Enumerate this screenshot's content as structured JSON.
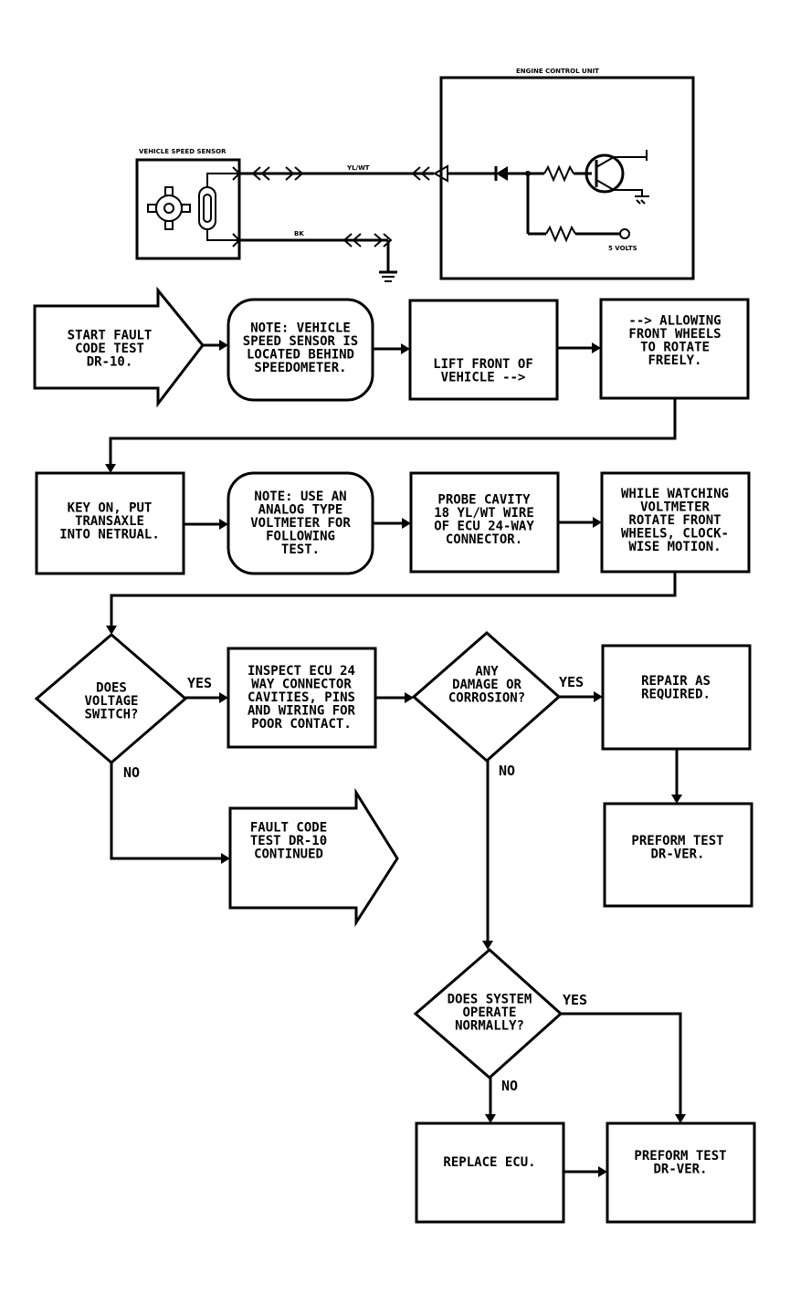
{
  "circuit": {
    "ecu_title": "ENGINE CONTROL UNIT",
    "sensor_title": "VEHICLE SPEED SENSOR",
    "wire_top": "YL/WT",
    "wire_bottom": "BK",
    "volts": "5 VOLTS"
  },
  "nodes": {
    "start": [
      "START FAULT",
      "CODE TEST",
      "DR-10."
    ],
    "note1": [
      "NOTE: VEHICLE",
      "SPEED SENSOR IS",
      "LOCATED BEHIND",
      "SPEEDOMETER."
    ],
    "lift": [
      "LIFT FRONT OF",
      "VEHICLE -->"
    ],
    "allow": [
      "--> ALLOWING",
      "FRONT WHEELS",
      "TO ROTATE",
      "FREELY."
    ],
    "key": [
      "KEY ON, PUT",
      "TRANSAXLE",
      "INTO NETRUAL."
    ],
    "note2": [
      "NOTE: USE AN",
      "ANALOG TYPE",
      "VOLTMETER FOR",
      "FOLLOWING",
      "TEST."
    ],
    "probe": [
      "PROBE CAVITY",
      "18 YL/WT WIRE",
      "OF ECU 24-WAY",
      "CONNECTOR."
    ],
    "watch": [
      "WHILE WATCHING",
      "VOLTMETER",
      "ROTATE FRONT",
      "WHEELS, CLOCK-",
      "WISE MOTION."
    ],
    "does_voltage": [
      "DOES",
      "VOLTAGE",
      "SWITCH?"
    ],
    "inspect": [
      "INSPECT ECU 24",
      "WAY CONNECTOR",
      "CAVITIES, PINS",
      "AND WIRING FOR",
      "POOR CONTACT."
    ],
    "damage": [
      "ANY",
      "DAMAGE OR",
      "CORROSION?"
    ],
    "repair": [
      "REPAIR AS",
      "REQUIRED."
    ],
    "perform1": [
      "PREFORM TEST",
      "DR-VER."
    ],
    "continued": [
      "FAULT CODE",
      "TEST DR-10",
      "CONTINUED"
    ],
    "does_system": [
      "DOES SYSTEM",
      "OPERATE",
      "NORMALLY?"
    ],
    "replace": [
      "REPLACE ECU."
    ],
    "perform2": [
      "PREFORM TEST",
      "DR-VER."
    ]
  },
  "labels": {
    "yes1": "YES",
    "no1": "NO",
    "yes2": "YES",
    "no2": "NO",
    "yes3": "YES",
    "no3": "NO"
  }
}
